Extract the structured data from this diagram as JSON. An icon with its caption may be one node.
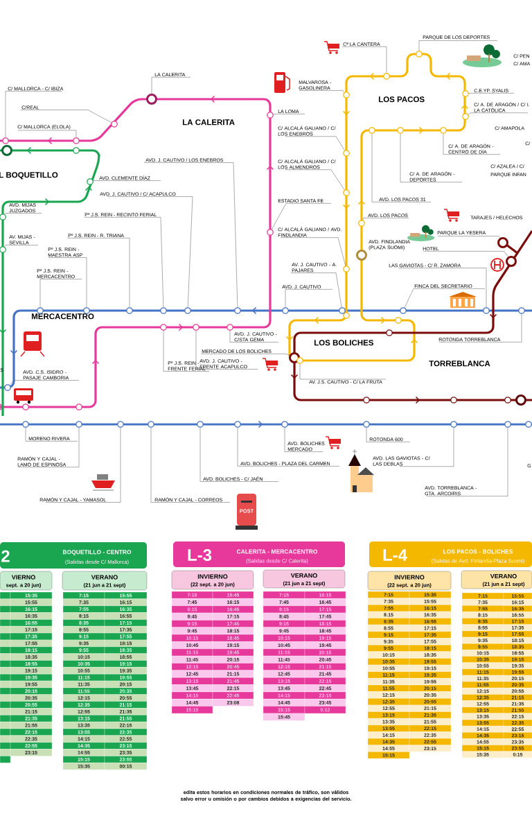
{
  "diagram": {
    "nodes": [
      {
        "text": [
          "C/ MALLORCA - C/ IBIZA"
        ]
      },
      {
        "text": [
          "C/REAL"
        ]
      },
      {
        "text": [
          "LA CALERITA"
        ]
      },
      {
        "text": [
          "C/ MALLORCA (ELOLA)"
        ]
      },
      {
        "text": [
          "AVD. CLEMENTE DÍAZ"
        ]
      },
      {
        "text": [
          "AVD. MIJAS JUZGADOS"
        ]
      },
      {
        "text": [
          "AV. MIJAS - SEVILLA"
        ]
      },
      {
        "text": [
          "Pº J.S. REIN - MAESTRA ASP"
        ]
      },
      {
        "text": [
          "Pº J.S. REIN - MERCACENTRO"
        ]
      },
      {
        "text": [
          "Pº J.S. REIN - R. TRIANA"
        ]
      },
      {
        "text": [
          "Pº J.S. REIN - RECINTO FERIAL"
        ]
      },
      {
        "text": [
          "AVD. J. CAUTIVO / C/ ACAPULCO"
        ]
      },
      {
        "text": [
          "AVD. J. CAUTIVO / LOS ENEBROS"
        ]
      },
      {
        "text": [
          "LA LOMA"
        ]
      },
      {
        "text": [
          "ESTADIO SANTA FE"
        ]
      },
      {
        "text": [
          "MALVAROSA - GASOLINERA"
        ]
      },
      {
        "text": [
          "Cª LA CANTERA"
        ]
      },
      {
        "text": [
          "PARQUE DE LOS DEPORTES"
        ]
      },
      {
        "text": [
          "C/ ALCALÁ GALIANO / C/ LOS ENEBROS"
        ]
      },
      {
        "text": [
          "C/ ALCALÁ GALIANO / C/ LOS ALMENDROS"
        ]
      },
      {
        "text": [
          "C/ ALCALÁ GALIANO / AVD. FINDLANDIA"
        ]
      },
      {
        "text": [
          "AV. J. CAUTIVO - A. PAJARES"
        ]
      },
      {
        "text": [
          "AVD. J. CAUTIVO"
        ]
      },
      {
        "text": [
          "C.E.YP. SYALIS"
        ]
      },
      {
        "text": [
          "C/ A. DE ARAGÓN / C/ I. LA CATÓLICA"
        ]
      },
      {
        "text": [
          "C/ A. DE ARAGÓN - CENTRO DE DÍA"
        ]
      },
      {
        "text": [
          "C/ A. DE ARAGÓN - DEPORTES"
        ]
      },
      {
        "text": [
          "AVD. LOS PACOS 31"
        ]
      },
      {
        "text": [
          "AVD. LOS PACOS"
        ]
      },
      {
        "text": [
          "AVD. FINDLANDIA (PLAZA SUOMI)"
        ]
      },
      {
        "text": [
          "PARQUE LA YESERA"
        ]
      },
      {
        "text": [
          "HOTEL"
        ]
      },
      {
        "text": [
          "LAS GAVIOTAS - C/ R. ZAMORA"
        ]
      },
      {
        "text": [
          "FINCA DEL SECRETARIO"
        ]
      },
      {
        "text": [
          "ROTONDA TORREBLANCA"
        ]
      },
      {
        "text": [
          "AVD. J. CAUTIVO - C/STA GEMA"
        ]
      },
      {
        "text": [
          "MERCADO DE LOS BOLICHES"
        ]
      },
      {
        "text": [
          "AVD. J. CAUTIVO - FRENTE ACAPULCO"
        ]
      },
      {
        "text": [
          "Pº J.S. REIN - FRENTE FERIAL"
        ]
      },
      {
        "text": [
          "AVD. C.S. ISIDRO - PASAJE CAMBORIA"
        ]
      },
      {
        "text": [
          "AV. J.S. CAUTIVO - C/ LA FRUTA"
        ]
      },
      {
        "text": [
          "MORENO RIVERA"
        ]
      },
      {
        "text": [
          "RAMÓN Y CAJAL - LAMO DE ESPINOSA"
        ]
      },
      {
        "text": [
          "RAMÓN Y CAJAL - YAMASOL"
        ]
      },
      {
        "text": [
          "RAMÓN Y CAJAL - CORREOS"
        ]
      },
      {
        "text": [
          "AVD. BOLICHES - C/ JAÉN"
        ]
      },
      {
        "text": [
          "AVD. BOLICHES - PLAZA DEL CARMEN"
        ]
      },
      {
        "text": [
          "AVD. BOLICHES MERCADO"
        ]
      },
      {
        "text": [
          "ROTONDA 600"
        ]
      },
      {
        "text": [
          "AVD. LAS GAVIOTAS - C/ LAS DEBLAS"
        ]
      },
      {
        "text": [
          "AVD. TORREBLANCA - GTA. ARCOIRIS"
        ]
      },
      {
        "text": [
          "2",
          "BOQUETILLO - CENTRO",
          "(Salidas desde C/ Mallorca)"
        ]
      },
      {
        "text": [
          "VIERNO",
          "sept. a 20 jun)"
        ]
      },
      {
        "text": [
          "VERANO",
          "(21 jun a 21 sept)"
        ]
      },
      {
        "text": [
          "L-3",
          "CALERITA - MERCACENTRO",
          "(Salidas desde C/ Calerita)"
        ]
      },
      {
        "text": [
          "INVIERNO",
          "(22 sept. a 20 jun)"
        ]
      },
      {
        "text": [
          "VERANO",
          "(21 jun a 21 sept)"
        ]
      },
      {
        "text": [
          "L-4",
          "LOS PACOS - BOLICHES",
          "(Salidas de Avd. Finlandia-Plaza Suomi)"
        ]
      },
      {
        "text": [
          "INVIERNO",
          "(22 sept. a 20 jun)"
        ]
      },
      {
        "text": [
          "VERANO",
          "(21 jun a 21 sept)"
        ]
      },
      {
        "text": [],
        "shape": "circle"
      },
      {
        "text": [],
        "shape": "circle"
      },
      {
        "text": [],
        "shape": "circle"
      },
      {
        "text": [],
        "shape": "circle"
      },
      {
        "text": [],
        "shape": "circle"
      },
      {
        "text": [],
        "shape": "circle"
      },
      {
        "text": [],
        "shape": "circle"
      },
      {
        "text": [],
        "shape": "circle"
      },
      {
        "text": [],
        "shape": "circle"
      },
      {
        "text": [],
        "shape": "circle"
      },
      {
        "text": [],
        "shape": "circle"
      },
      {
        "text": [],
        "shape": "circle"
      },
      {
        "text": [],
        "shape": "circle"
      },
      {
        "text": [],
        "shape": "circle"
      },
      {
        "text": [],
        "shape": "circle"
      },
      {
        "text": [],
        "shape": "circle"
      },
      {
        "text": [],
        "shape": "circle"
      },
      {
        "text": [],
        "shape": "circle"
      },
      {
        "text": [],
        "shape": "circle"
      },
      {
        "text": [],
        "shape": "circle"
      },
      {
        "text": [],
        "shape": "circle"
      },
      {
        "text": [],
        "shape": "circle"
      },
      {
        "text": [],
        "shape": "circle"
      },
      {
        "text": [],
        "shape": "circle"
      },
      {
        "text": [],
        "shape": "circle"
      },
      {
        "text": [],
        "shape": "circle"
      },
      {
        "text": [],
        "shape": "circle"
      },
      {
        "text": [],
        "shape": "circle"
      },
      {
        "text": [],
        "shape": "circle"
      },
      {
        "text": [],
        "shape": "circle"
      },
      {
        "text": [],
        "shape": "circle"
      },
      {
        "text": [],
        "shape": "circle"
      },
      {
        "text": [],
        "shape": "circle"
      },
      {
        "text": [],
        "shape": "circle"
      },
      {
        "text": [],
        "shape": "circle"
      },
      {
        "text": [],
        "shape": "circle"
      },
      {
        "text": [],
        "shape": "circle"
      },
      {
        "text": [],
        "shape": "circle"
      },
      {
        "text": [],
        "shape": "circle"
      },
      {
        "text": [],
        "shape": "circle"
      },
      {
        "text": [],
        "shape": "circle"
      },
      {
        "text": [],
        "shape": "circle"
      },
      {
        "text": [],
        "shape": "circle"
      },
      {
        "text": [],
        "shape": "circle"
      },
      {
        "text": [],
        "shape": "circle"
      },
      {
        "text": [],
        "shape": "circle"
      },
      {
        "text": [],
        "shape": "circle"
      },
      {
        "text": [],
        "shape": "circle"
      },
      {
        "text": [],
        "shape": "circle"
      },
      {
        "text": [],
        "shape": "circle"
      },
      {
        "text": [],
        "shape": "circle"
      }
    ],
    "edges": [
      {
        "from": 0,
        "to": 60,
        "arrow": "none"
      },
      {
        "from": 1,
        "to": 61,
        "arrow": "none"
      },
      {
        "from": 2,
        "to": 62,
        "arrow": "none"
      },
      {
        "from": 3,
        "to": 63,
        "arrow": "none"
      },
      {
        "from": 4,
        "to": 64,
        "arrow": "none"
      },
      {
        "from": 5,
        "to": 65,
        "arrow": "none"
      },
      {
        "from": 6,
        "to": 66,
        "arrow": "none"
      },
      {
        "from": 7,
        "to": 67,
        "arrow": "none"
      },
      {
        "from": 8,
        "to": 68,
        "arrow": "none"
      },
      {
        "from": 9,
        "to": 69,
        "arrow": "none"
      },
      {
        "from": 10,
        "to": 70,
        "arrow": "none"
      },
      {
        "from": 11,
        "to": 71,
        "arrow": "none"
      },
      {
        "from": 12,
        "to": 72,
        "arrow": "none"
      },
      {
        "from": 13,
        "to": 73,
        "arrow": "none"
      },
      {
        "from": 14,
        "to": 74,
        "arrow": "none"
      },
      {
        "from": 15,
        "to": 75,
        "arrow": "none"
      },
      {
        "from": 16,
        "to": 76,
        "arrow": "none"
      },
      {
        "from": 17,
        "to": 77,
        "arrow": "none"
      },
      {
        "from": 18,
        "to": 78,
        "arrow": "none"
      },
      {
        "from": 19,
        "to": 79,
        "arrow": "none"
      },
      {
        "from": 20,
        "to": 80,
        "arrow": "none"
      },
      {
        "from": 21,
        "to": 81,
        "arrow": "none"
      },
      {
        "from": 22,
        "to": 82,
        "arrow": "none"
      },
      {
        "from": 23,
        "to": 83,
        "arrow": "none"
      },
      {
        "from": 24,
        "to": 84,
        "arrow": "none"
      },
      {
        "from": 25,
        "to": 85,
        "arrow": "none"
      },
      {
        "from": 26,
        "to": 86,
        "arrow": "none"
      },
      {
        "from": 27,
        "to": 87,
        "arrow": "none"
      },
      {
        "from": 28,
        "to": 88,
        "arrow": "none"
      },
      {
        "from": 30,
        "to": 89,
        "arrow": "none"
      },
      {
        "from": 31,
        "to": 90,
        "arrow": "none"
      },
      {
        "from": 32,
        "to": 91,
        "arrow": "none"
      },
      {
        "from": 33,
        "to": 92,
        "arrow": "none"
      },
      {
        "from": 34,
        "to": 93,
        "arrow": "none"
      },
      {
        "from": 35,
        "to": 94,
        "arrow": "none"
      },
      {
        "from": 36,
        "to": 95,
        "arrow": "none"
      },
      {
        "from": 37,
        "to": 96,
        "arrow": "none"
      },
      {
        "from": 38,
        "to": 97,
        "arrow": "none"
      },
      {
        "from": 39,
        "to": 98,
        "arrow": "none"
      },
      {
        "from": 40,
        "to": 99,
        "arrow": "none"
      },
      {
        "from": 41,
        "to": 100,
        "arrow": "none"
      },
      {
        "from": 42,
        "to": 101,
        "arrow": "none"
      },
      {
        "from": 43,
        "to": 102,
        "arrow": "none"
      },
      {
        "from": 44,
        "to": 103,
        "arrow": "none"
      },
      {
        "from": 45,
        "to": 104,
        "arrow": "none"
      },
      {
        "from": 46,
        "to": 105,
        "arrow": "none"
      },
      {
        "from": 47,
        "to": 106,
        "arrow": "none"
      },
      {
        "from": 48,
        "to": 107,
        "arrow": "none"
      },
      {
        "from": 49,
        "to": 108,
        "arrow": "none"
      },
      {
        "from": 50,
        "to": 109,
        "arrow": "none"
      }
    ],
    "labels": [
      "L BOQUETILLO",
      "LA CALERITA",
      "LOS PACOS",
      "MERCACENTRO",
      "LOS BOLICHES",
      "TORREBLANCA",
      "C/ PEN",
      "C/ AMA",
      "C/ AMAPOLA",
      "C/",
      "C/ AZALEA / C/",
      "PARQUE INFAN",
      "TARAJES / HELECHOS",
      "S",
      "G",
      "POST",
      "15:35",
      "15:55",
      "16:15",
      "16:35",
      "16:55",
      "17:15",
      "17:35",
      "17:55",
      "18:15",
      "18:35",
      "18:55",
      "19:15",
      "19:35",
      "19:55",
      "20:15",
      "20:35",
      "20:55",
      "21:15",
      "21:35",
      "21:55",
      "22:15",
      "22:35",
      "22:55",
      "23:15",
      "7:15",
      "15:55",
      "7:35",
      "16:15",
      "7:55",
      "16:35",
      "8:15",
      "16:55",
      "8:35",
      "17:15",
      "8:55",
      "17:35",
      "9:15",
      "17:55",
      "9:35",
      "18:15",
      "9:55",
      "18:35",
      "10:15",
      "18:55",
      "10:35",
      "19:15",
      "10:55",
      "19:35",
      "11:15",
      "19:55",
      "11:35",
      "20:15",
      "11:55",
      "20:35",
      "12:15",
      "20:55",
      "12:35",
      "21:15",
      "12:55",
      "21:35",
      "13:15",
      "21:55",
      "13:35",
      "22:15",
      "13:55",
      "22:35",
      "14:15",
      "22:55",
      "14:35",
      "23:15",
      "14:55",
      "23:35",
      "15:15",
      "23:55",
      "15:35",
      "00:15",
      "7:15",
      "15:45",
      "7:45",
      "16:15",
      "8:15",
      "16:45",
      "8:45",
      "17:15",
      "9:15",
      "17:45",
      "9:45",
      "18:15",
      "10:15",
      "18:45",
      "10:45",
      "19:15",
      "11:15",
      "19:45",
      "11:45",
      "20:15",
      "12:15",
      "20:45",
      "12:45",
      "21:15",
      "13:15",
      "21:45",
      "13:45",
      "22:15",
      "14:15",
      "22:45",
      "14:45",
      "23:08",
      "15:15",
      "7:15",
      "16:15",
      "7:45",
      "16:45",
      "8:15",
      "17:15",
      "8:45",
      "17:45",
      "9:15",
      "18:15",
      "9:45",
      "18:45",
      "10:15",
      "19:15",
      "10:45",
      "19:45",
      "11:15",
      "20:15",
      "11:45",
      "20:45",
      "12:15",
      "21:15",
      "12:45",
      "21:45",
      "13:15",
      "22:15",
      "13:45",
      "22:45",
      "14:15",
      "23:15",
      "14:45",
      "23:45",
      "15:15",
      "0:12",
      "15:45",
      "7:15",
      "15:35",
      "7:35",
      "15:55",
      "7:55",
      "16:15",
      "8:15",
      "16:35",
      "8:35",
      "16:55",
      "8:55",
      "17:15",
      "9:15",
      "17:35",
      "9:35",
      "17:55",
      "9:55",
      "18:15",
      "10:15",
      "18:35",
      "10:35",
      "18:55",
      "10:55",
      "19:15",
      "11:15",
      "19:35",
      "11:35",
      "19:55",
      "11:55",
      "20:15",
      "12:15",
      "20:35",
      "12:35",
      "20:55",
      "12:55",
      "21:15",
      "13:15",
      "21:35",
      "13:35",
      "21:55",
      "13:55",
      "22:15",
      "14:15",
      "22:35",
      "14:35",
      "22:55",
      "14:55",
      "23:15",
      "15:15",
      "7:15",
      "15:55",
      "7:35",
      "16:15",
      "7:55",
      "16:35",
      "8:15",
      "16:55",
      "8:35",
      "17:15",
      "8:55",
      "17:35",
      "9:15",
      "17:55",
      "9:35",
      "18:15",
      "9:55",
      "18:35",
      "10:15",
      "18:55",
      "10:35",
      "19:15",
      "10:55",
      "19:35",
      "11:15",
      "19:55",
      "11:35",
      "20:15",
      "11:55",
      "20:35",
      "12:15",
      "20:55",
      "12:35",
      "21:15",
      "12:55",
      "21:35",
      "13:15",
      "21:55",
      "13:35",
      "22:15",
      "13:55",
      "22:35",
      "14:15",
      "22:55",
      "14:35",
      "23:15",
      "14:55",
      "23:35",
      "15:15",
      "23:55",
      "15:35",
      "0:15",
      "edita estos horarios en condiciones normales de tráfico, son válidos salvo error u omisión o por cambios debidos a exigencias del servicio."
    ]
  }
}
